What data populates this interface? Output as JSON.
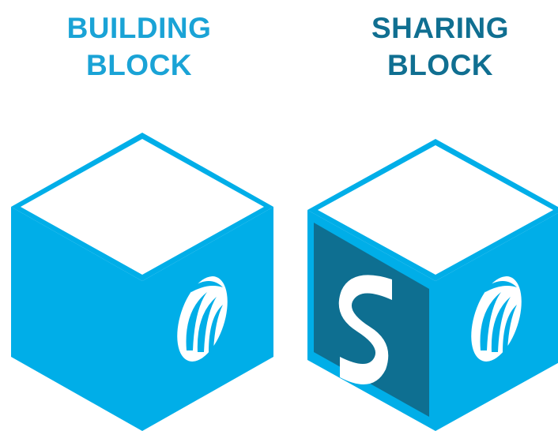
{
  "building": {
    "title_line1": "BUILDING",
    "title_line2": "BLOCK",
    "title_color": "#1aa3d6",
    "cube_color": "#00aee8",
    "logo": "brand-emblem-icon"
  },
  "sharing": {
    "title_line1": "SHARING",
    "title_line2": "BLOCK",
    "title_color": "#106f91",
    "cube_color": "#00aee8",
    "face_color": "#0e6f91",
    "face_letter": "S",
    "logo": "brand-emblem-icon"
  }
}
